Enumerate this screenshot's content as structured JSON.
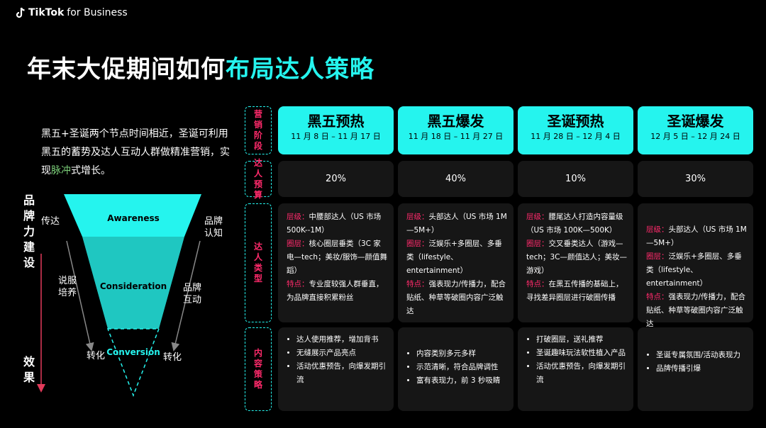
{
  "logo": {
    "brand": "TikTok",
    "suffix": "for Business"
  },
  "title": {
    "plain": "年末大促期间如何",
    "highlight": "布局达人策略"
  },
  "intro": {
    "part1": "黑五+圣诞两个节点时间相近，圣诞可利用黑五的蓄势及达人互动人群做精准营销，实现",
    "highlight": "脉冲",
    "part2": "式增长。"
  },
  "funnel": {
    "left_axis": "品牌力建设",
    "bottom_axis": "效果",
    "levels": [
      "Awareness",
      "Consideration",
      "Conversion"
    ],
    "left_labels": [
      "传达",
      "说服\n培养",
      "转化"
    ],
    "right_labels": [
      "品牌\n认知",
      "品牌\n互动",
      "转化"
    ]
  },
  "rows": {
    "phase_label": "营销阶段",
    "budget_label": "达人预算",
    "kol_label": "达人类型",
    "content_label": "内容策略"
  },
  "phases": [
    {
      "name": "黑五预热",
      "dates": "11 月 8 日 – 11 月 17 日",
      "budget": "20%",
      "kol": [
        {
          "k": "层级：",
          "v": "中腰部达人（US 市场 500K--1M）"
        },
        {
          "k": "圈层：",
          "v": "核心圈层垂类（3C 家电—tech；美妆/服饰—颜值舞蹈）"
        },
        {
          "k": "特点：",
          "v": "专业度较强人群垂直，为品牌直接积累粉丝"
        }
      ],
      "content": [
        "达人使用推荐，增加背书",
        "无缝展示产品亮点",
        "活动优惠预告，向爆发期引流"
      ]
    },
    {
      "name": "黑五爆发",
      "dates": "11 月 18 日 – 11 月 27 日",
      "budget": "40%",
      "kol": [
        {
          "k": "层级：",
          "v": "头部达人（US 市场 1M—5M+）"
        },
        {
          "k": "圈层：",
          "v": "泛娱乐+多圈层、多垂类（lifestyle、entertainment）"
        },
        {
          "k": "特点：",
          "v": "强表现力/传播力，配合贴纸、种草等破圈内容广泛触达"
        }
      ],
      "content": [
        "内容类别多元多样",
        "示范清晰，符合品牌调性",
        "富有表现力，前 3 秒吸睛"
      ]
    },
    {
      "name": "圣诞预热",
      "dates": "11 月 28 日 – 12 月 4 日",
      "budget": "10%",
      "kol": [
        {
          "k": "层级：",
          "v": "腰尾达人打造内容量级（US 市场 100K—500K）"
        },
        {
          "k": "圈层：",
          "v": "交叉垂类达人（游戏—tech；3C—颜值达人；美妆—游戏）"
        },
        {
          "k": "特点：",
          "v": "在黑五传播的基础上，寻找差异圈层进行破圈传播"
        }
      ],
      "content": [
        "打破圈层，送礼推荐",
        "圣诞趣味玩法软性植入产品",
        "活动优惠预告，向爆发期引流"
      ]
    },
    {
      "name": "圣诞爆发",
      "dates": "12 月 5 日 – 12 月 24 日",
      "budget": "30%",
      "kol": [
        {
          "k": "层级：",
          "v": "头部达人（US 市场 1M—5M+）"
        },
        {
          "k": "圈层：",
          "v": "泛娱乐+多圈层、多垂类（lifestyle、entertainment）"
        },
        {
          "k": "特点：",
          "v": "强表现力/传播力，配合贴纸、种草等破圈内容广泛触达"
        }
      ],
      "content": [
        "圣诞专属氛围/活动表现力",
        "品牌传播引爆"
      ]
    }
  ],
  "colors": {
    "accent": "#25f4ee",
    "pink": "#ff2a6b",
    "card": "#161616"
  }
}
